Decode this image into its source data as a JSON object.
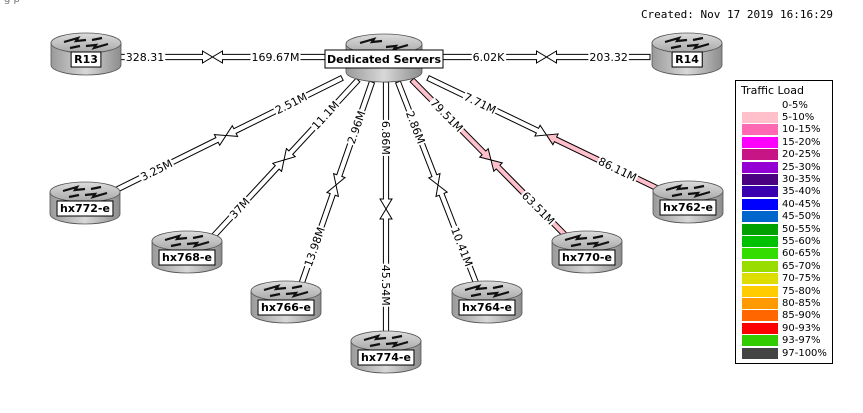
{
  "header": {
    "created": "Created: Nov 17 2019 16:16:29",
    "top_left_text": "g   p"
  },
  "hub": {
    "label": "Dedicated Servers"
  },
  "nodes": [
    {
      "id": "r13",
      "label": "R13"
    },
    {
      "id": "r14",
      "label": "R14"
    },
    {
      "id": "hx772",
      "label": "hx772-e"
    },
    {
      "id": "hx768",
      "label": "hx768-e"
    },
    {
      "id": "hx766",
      "label": "hx766-e"
    },
    {
      "id": "hx774",
      "label": "hx774-e"
    },
    {
      "id": "hx764",
      "label": "hx764-e"
    },
    {
      "id": "hx770",
      "label": "hx770-e"
    },
    {
      "id": "hx762",
      "label": "hx762-e"
    }
  ],
  "links": [
    {
      "node": "r13",
      "out_label": "169.67M",
      "in_label": "328.31",
      "color_out": "#ffffff",
      "color_in": "#ffffff"
    },
    {
      "node": "r14",
      "out_label": "6.02K",
      "in_label": "203.32",
      "color_out": "#ffffff",
      "color_in": "#ffffff"
    },
    {
      "node": "hx772",
      "out_label": "2.51M",
      "in_label": "3.25M",
      "color_out": "#ffffff",
      "color_in": "#ffffff"
    },
    {
      "node": "hx768",
      "out_label": "11.1M",
      "in_label": "37M",
      "color_out": "#ffffff",
      "color_in": "#ffffff"
    },
    {
      "node": "hx766",
      "out_label": "2.96M",
      "in_label": "13.98M",
      "color_out": "#ffffff",
      "color_in": "#ffffff"
    },
    {
      "node": "hx774",
      "out_label": "6.86M",
      "in_label": "45.54M",
      "color_out": "#ffffff",
      "color_in": "#ffffff"
    },
    {
      "node": "hx764",
      "out_label": "2.86M",
      "in_label": "10.41M",
      "color_out": "#ffffff",
      "color_in": "#ffffff"
    },
    {
      "node": "hx770",
      "out_label": "79.51M",
      "in_label": "63.51M",
      "color_out": "#ffc0cb",
      "color_in": "#ffc0cb"
    },
    {
      "node": "hx762",
      "out_label": "7.71M",
      "in_label": "86.11M",
      "color_out": "#ffffff",
      "color_in": "#ffc0cb"
    }
  ],
  "legend": {
    "title": "Traffic Load",
    "items": [
      {
        "label": "0-5%",
        "color": "#ffffff"
      },
      {
        "label": "5-10%",
        "color": "#ffc0cb"
      },
      {
        "label": "10-15%",
        "color": "#ff69b4"
      },
      {
        "label": "15-20%",
        "color": "#ff00ff"
      },
      {
        "label": "20-25%",
        "color": "#c71585"
      },
      {
        "label": "25-30%",
        "color": "#9400d3"
      },
      {
        "label": "30-35%",
        "color": "#4b0082"
      },
      {
        "label": "35-40%",
        "color": "#3a00b0"
      },
      {
        "label": "40-45%",
        "color": "#0000ff"
      },
      {
        "label": "45-50%",
        "color": "#0066cc"
      },
      {
        "label": "50-55%",
        "color": "#00a000"
      },
      {
        "label": "55-60%",
        "color": "#00c000"
      },
      {
        "label": "60-65%",
        "color": "#33dd00"
      },
      {
        "label": "65-70%",
        "color": "#99dd00"
      },
      {
        "label": "70-75%",
        "color": "#dddd00"
      },
      {
        "label": "75-80%",
        "color": "#ffcc00"
      },
      {
        "label": "80-85%",
        "color": "#ff9900"
      },
      {
        "label": "85-90%",
        "color": "#ff6600"
      },
      {
        "label": "90-93%",
        "color": "#ff0000"
      },
      {
        "label": "93-97%",
        "color": "#33cc00"
      },
      {
        "label": "97-100%",
        "color": "#444444"
      }
    ]
  }
}
